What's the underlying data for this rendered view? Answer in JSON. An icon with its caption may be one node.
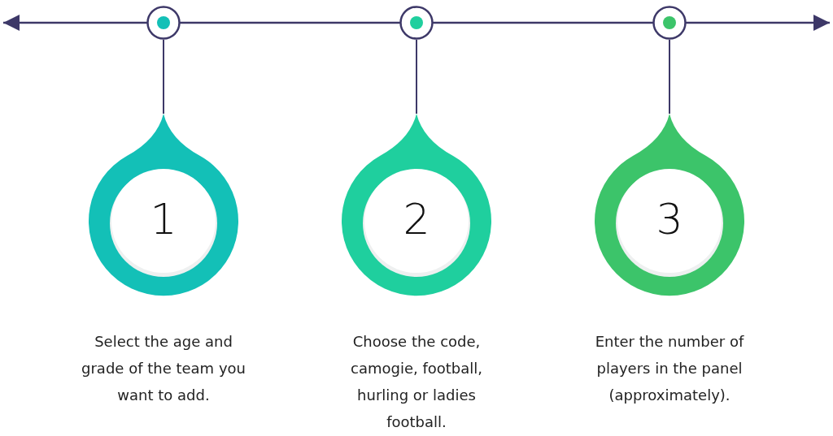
{
  "diagram": {
    "nodes": [
      {
        "text": [],
        "shape": "circle"
      },
      {
        "text": [],
        "shape": "circle"
      },
      {
        "text": [],
        "shape": "circle"
      },
      {
        "text": [
          "1"
        ],
        "beside": [
          "Select the age and grade of the team you want to add."
        ]
      },
      {
        "text": [
          "2"
        ],
        "beside": [
          "Choose the code, camogie, football, hurling or ladies football."
        ]
      },
      {
        "text": [
          "3"
        ],
        "beside": [
          "Enter the number of players in the panel (approximately)."
        ]
      }
    ],
    "edges": [
      {
        "from": 0,
        "to": 3,
        "arrow": "none"
      },
      {
        "from": 1,
        "to": 4,
        "arrow": "none"
      },
      {
        "from": 2,
        "to": 5,
        "arrow": "none"
      }
    ]
  }
}
